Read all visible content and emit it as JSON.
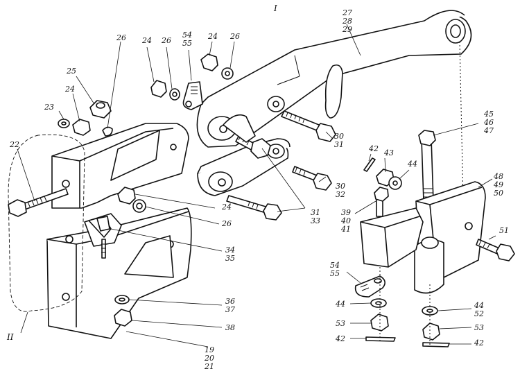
{
  "diagram": {
    "roman_labels": [
      {
        "id": "I",
        "text": "I"
      },
      {
        "id": "II",
        "text": "II"
      }
    ],
    "callouts": [
      {
        "id": "c-27-28-29",
        "lines": [
          "27",
          "28",
          "29"
        ]
      },
      {
        "id": "c-24-a",
        "lines": [
          "24"
        ]
      },
      {
        "id": "c-26-a",
        "lines": [
          "26"
        ]
      },
      {
        "id": "c-54-55-a",
        "lines": [
          "54",
          "55"
        ]
      },
      {
        "id": "c-24-b",
        "lines": [
          "24"
        ]
      },
      {
        "id": "c-26-b",
        "lines": [
          "26"
        ]
      },
      {
        "id": "c-26-c",
        "lines": [
          "26"
        ]
      },
      {
        "id": "c-25",
        "lines": [
          "25"
        ]
      },
      {
        "id": "c-24-c",
        "lines": [
          "24"
        ]
      },
      {
        "id": "c-23",
        "lines": [
          "23"
        ]
      },
      {
        "id": "c-22",
        "lines": [
          "22"
        ]
      },
      {
        "id": "c-30-31",
        "lines": [
          "30",
          "31"
        ]
      },
      {
        "id": "c-30-32",
        "lines": [
          "30",
          "32"
        ]
      },
      {
        "id": "c-31-33",
        "lines": [
          "31",
          "33"
        ]
      },
      {
        "id": "c-24-d",
        "lines": [
          "24"
        ]
      },
      {
        "id": "c-26-d",
        "lines": [
          "26"
        ]
      },
      {
        "id": "c-34-35",
        "lines": [
          "34",
          "35"
        ]
      },
      {
        "id": "c-36-37",
        "lines": [
          "36",
          "37"
        ]
      },
      {
        "id": "c-38",
        "lines": [
          "38"
        ]
      },
      {
        "id": "c-19-20-21",
        "lines": [
          "19",
          "20",
          "21"
        ]
      },
      {
        "id": "c-45-46-47",
        "lines": [
          "45",
          "46",
          "47"
        ]
      },
      {
        "id": "c-42-a",
        "lines": [
          "42"
        ]
      },
      {
        "id": "c-43",
        "lines": [
          "43"
        ]
      },
      {
        "id": "c-44-a",
        "lines": [
          "44"
        ]
      },
      {
        "id": "c-48-49-50",
        "lines": [
          "48",
          "49",
          "50"
        ]
      },
      {
        "id": "c-39-40-41",
        "lines": [
          "39",
          "40",
          "41"
        ]
      },
      {
        "id": "c-51",
        "lines": [
          "51"
        ]
      },
      {
        "id": "c-54-55-b",
        "lines": [
          "54",
          "55"
        ]
      },
      {
        "id": "c-44-b",
        "lines": [
          "44"
        ]
      },
      {
        "id": "c-53-a",
        "lines": [
          "53"
        ]
      },
      {
        "id": "c-42-b",
        "lines": [
          "42"
        ]
      },
      {
        "id": "c-44-52",
        "lines": [
          "44",
          "52"
        ]
      },
      {
        "id": "c-53-b",
        "lines": [
          "53"
        ]
      },
      {
        "id": "c-42-c",
        "lines": [
          "42"
        ]
      }
    ]
  }
}
